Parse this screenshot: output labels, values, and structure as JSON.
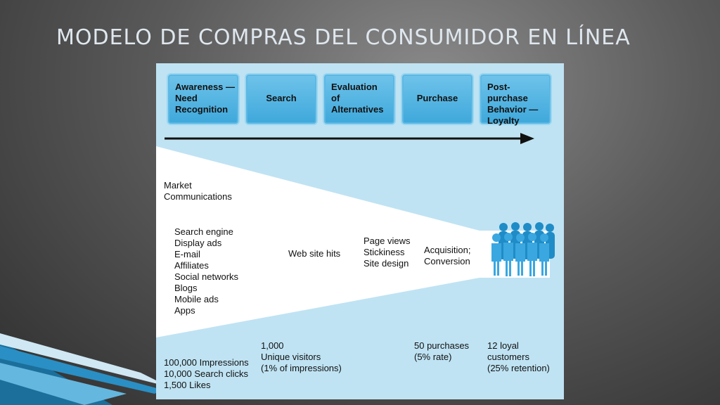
{
  "slide": {
    "title": "MODELO DE COMPRAS DEL CONSUMIDOR EN LÍNEA"
  },
  "stages": [
    "Awareness —\nNeed\nRecognition",
    "Search",
    "Evaluation\nof\nAlternatives",
    "Purchase",
    "Post-purchase\nBehavior —\nLoyalty"
  ],
  "funnel": {
    "market_label": "Market\nCommunications",
    "channels": "Search engine\nDisplay ads\nE-mail\nAffiliates\nSocial networks\nBlogs\nMobile ads\nApps",
    "web_hits": "Web site hits",
    "page_views": "Page views\nStickiness\nSite design",
    "acquisition": "Acquisition;\n     Conversion"
  },
  "metrics": {
    "impressions": "100,000 Impressions\n10,000 Search clicks\n1,500 Likes",
    "visitors": "1,000\nUnique visitors\n(1% of impressions)",
    "purchases": "50 purchases\n(5% rate)",
    "loyal": "12 loyal\ncustomers\n(25% retention)"
  },
  "colors": {
    "panel": "#bfe3f3",
    "stage": "#3ea8db",
    "people": "#2f9bd4"
  },
  "icons": [
    "arrow-right-icon",
    "customers-group-icon"
  ]
}
